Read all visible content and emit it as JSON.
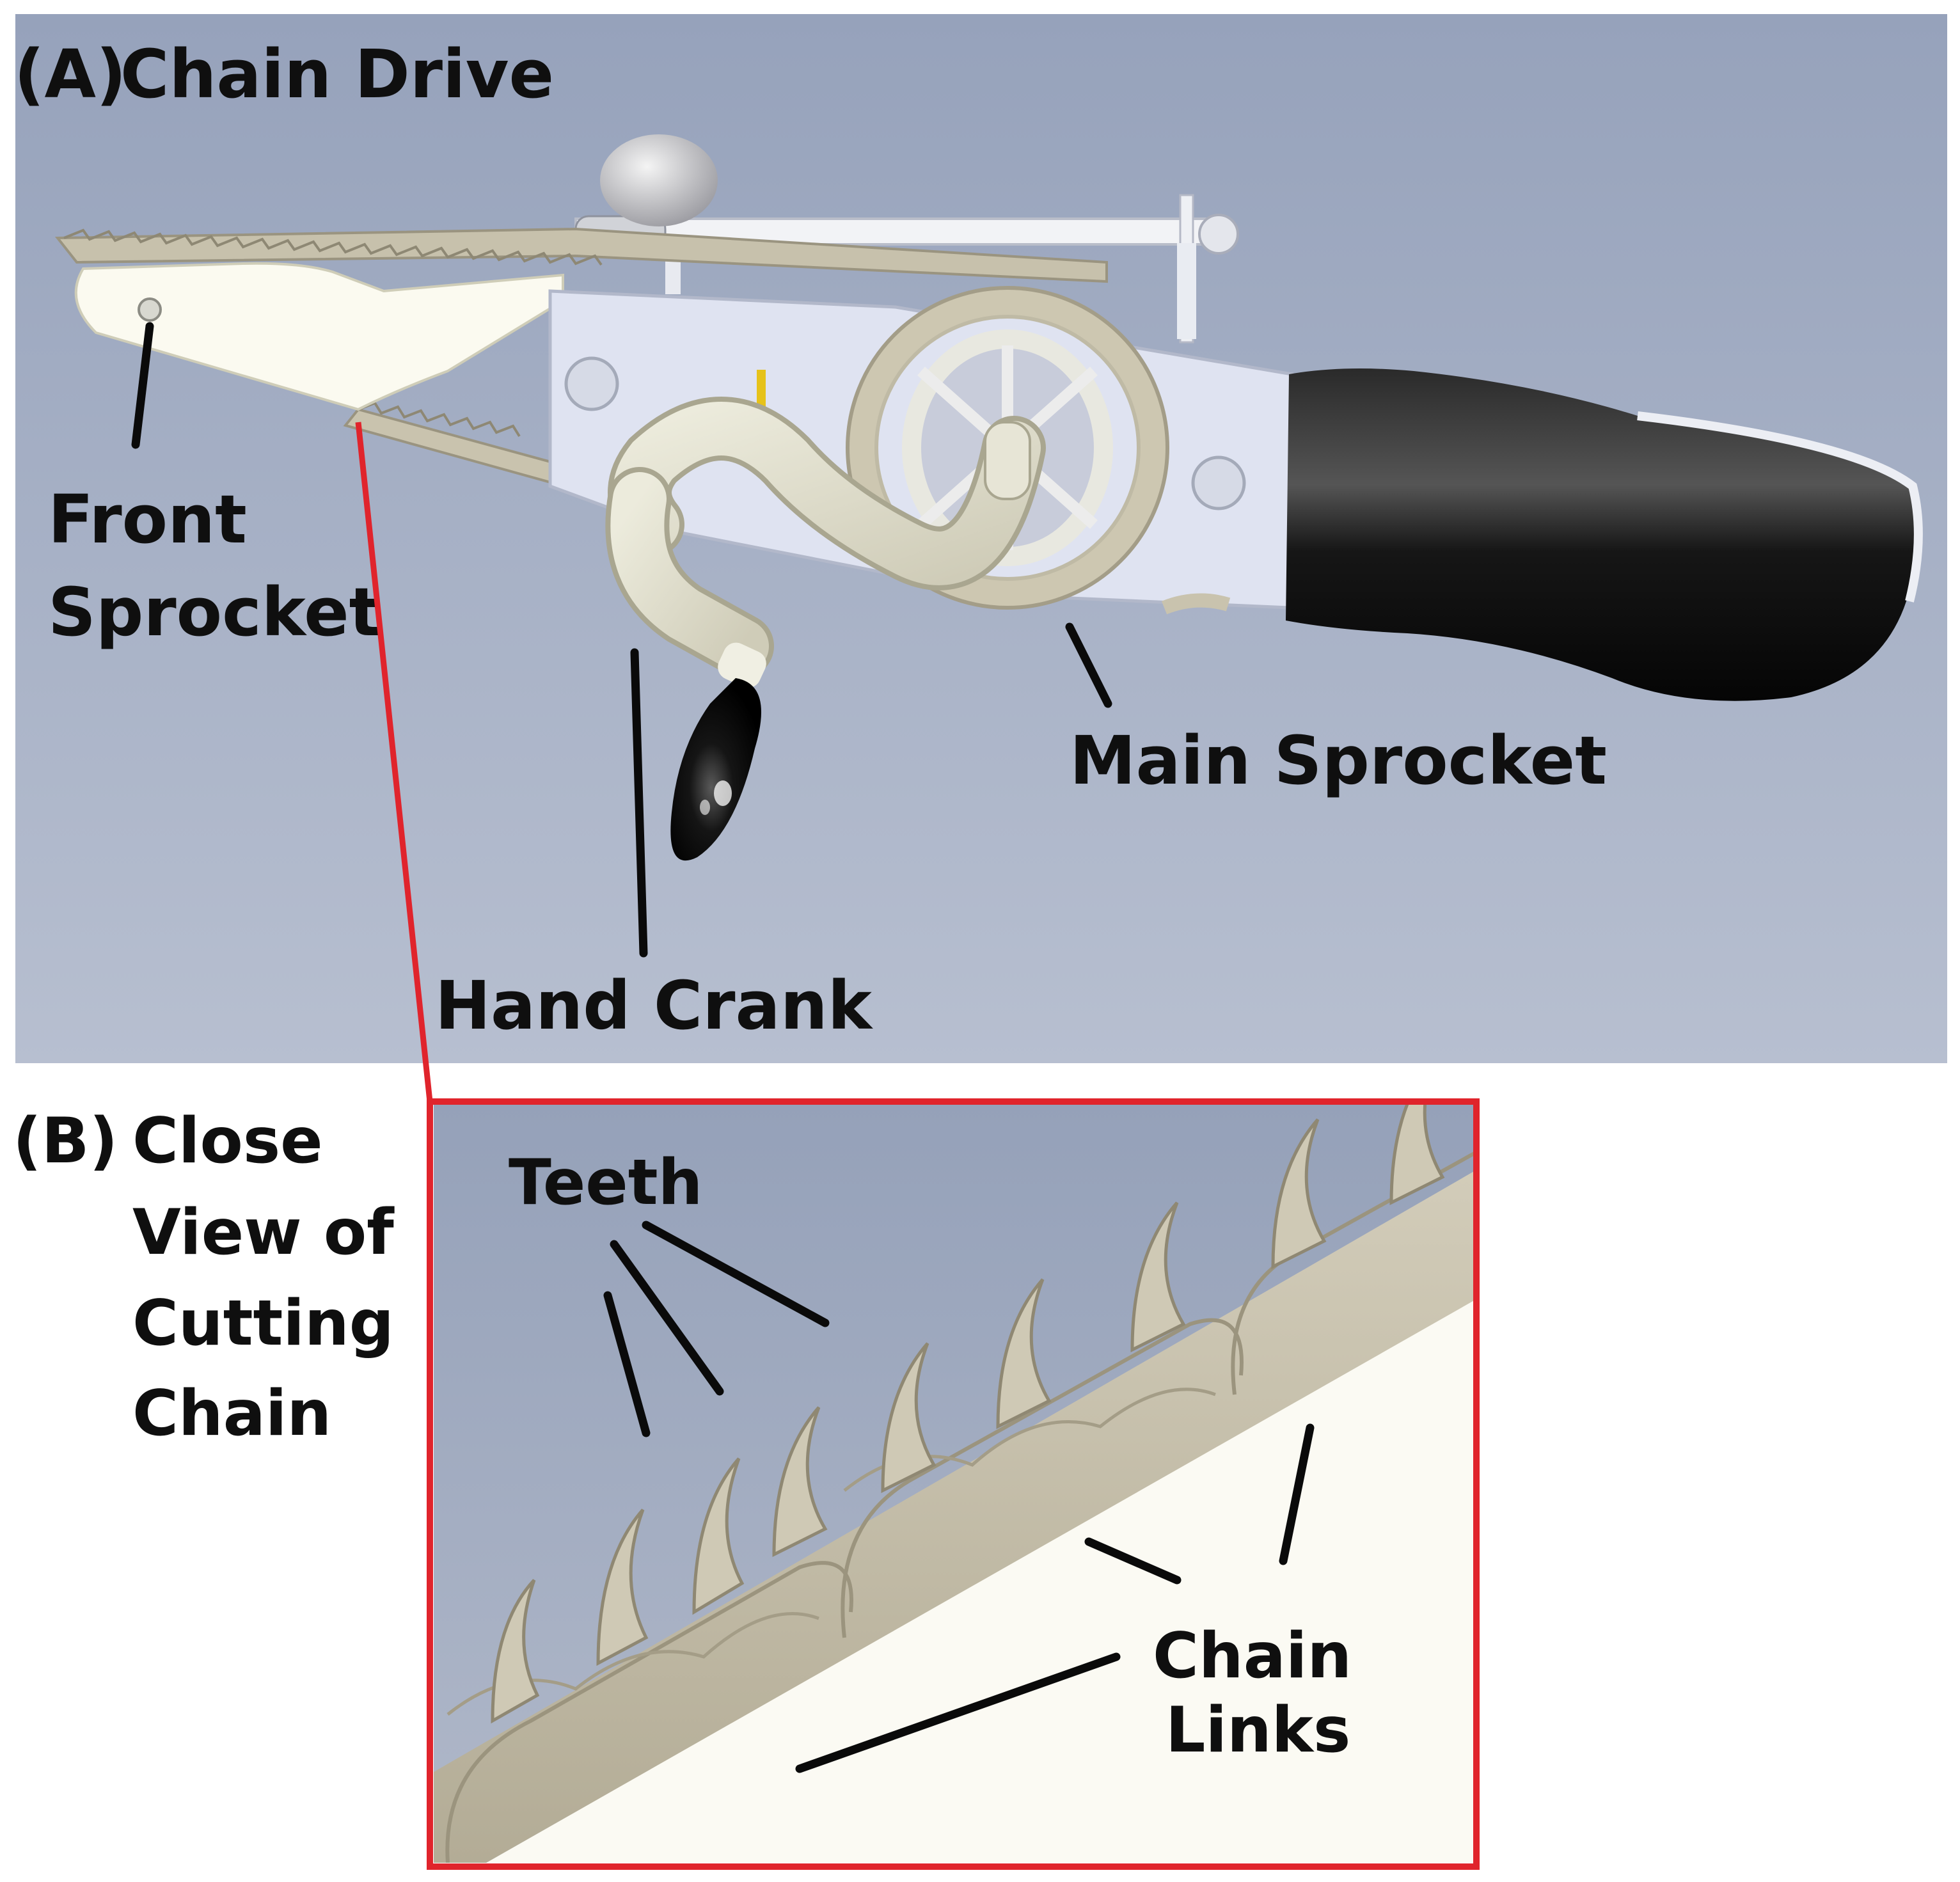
{
  "panel_a": {
    "letter": "(A)",
    "title": "Chain Drive",
    "labels": {
      "front_sprocket": [
        "Front",
        "Sprocket"
      ],
      "main_sprocket": "Main Sprocket",
      "hand_crank": "Hand Crank"
    }
  },
  "panel_b": {
    "letter": "(B)",
    "title": [
      "Close",
      "View of",
      "Cutting",
      "Chain"
    ],
    "labels": {
      "teeth": "Teeth",
      "chain_links": [
        "Chain",
        "Links"
      ]
    }
  },
  "colors": {
    "background_top": "#98a4bc",
    "background_bottom": "#b4bccd",
    "chain_link": "#bfb8a3",
    "guide_bar": "#fbfaf3",
    "handle": "#121212",
    "frame": "#dfe3f1",
    "callout_box": "#e0242c"
  }
}
